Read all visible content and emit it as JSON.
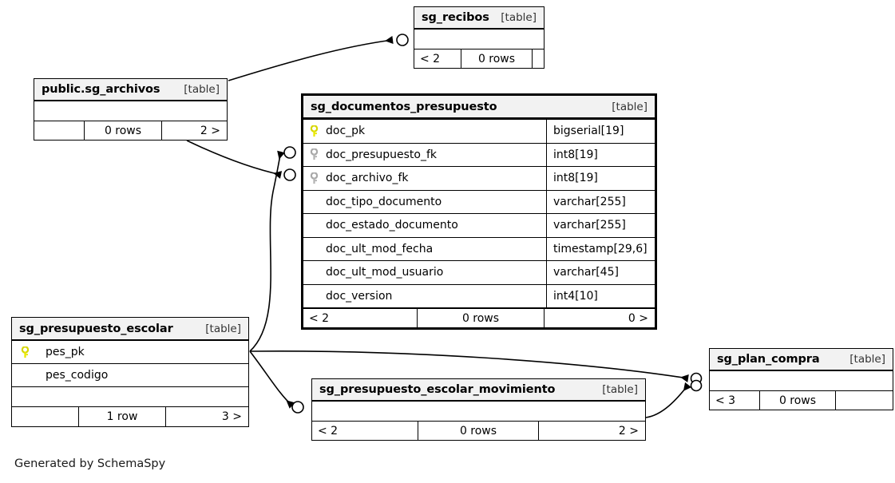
{
  "diagram": {
    "footer_text": "Generated by SchemaSpy",
    "table_tag": "[table]",
    "ellipsis": "...",
    "colors": {
      "pk_key": "#e8e800",
      "fk_key": "#b3b3b3",
      "header_bg": "#f2f2f2",
      "border": "#000000",
      "page_bg": "#ffffff"
    }
  },
  "tables": [
    {
      "id": "sg_recibos",
      "name": "sg_recibos",
      "tag": "[table]",
      "columns": [],
      "has_ellipsis_row": true,
      "footer": {
        "left": "< 2",
        "mid": "0 rows",
        "right": ""
      }
    },
    {
      "id": "public_sg_archivos",
      "name": "public.sg_archivos",
      "tag": "[table]",
      "columns": [],
      "has_ellipsis_row": true,
      "footer": {
        "left": "",
        "mid": "0 rows",
        "right": "2 >"
      }
    },
    {
      "id": "sg_documentos_presupuesto",
      "name": "sg_documentos_presupuesto",
      "tag": "[table]",
      "columns": [
        {
          "key": "pk",
          "name": "doc_pk",
          "type": "bigserial[19]"
        },
        {
          "key": "fk",
          "name": "doc_presupuesto_fk",
          "type": "int8[19]"
        },
        {
          "key": "fk",
          "name": "doc_archivo_fk",
          "type": "int8[19]"
        },
        {
          "key": "none",
          "name": "doc_tipo_documento",
          "type": "varchar[255]"
        },
        {
          "key": "none",
          "name": "doc_estado_documento",
          "type": "varchar[255]"
        },
        {
          "key": "none",
          "name": "doc_ult_mod_fecha",
          "type": "timestamp[29,6]"
        },
        {
          "key": "none",
          "name": "doc_ult_mod_usuario",
          "type": "varchar[45]"
        },
        {
          "key": "none",
          "name": "doc_version",
          "type": "int4[10]"
        }
      ],
      "has_ellipsis_row": false,
      "footer": {
        "left": "< 2",
        "mid": "0 rows",
        "right": "0 >"
      }
    },
    {
      "id": "sg_presupuesto_escolar",
      "name": "sg_presupuesto_escolar",
      "tag": "[table]",
      "columns": [
        {
          "key": "pk",
          "name": "pes_pk",
          "type": ""
        },
        {
          "key": "none",
          "name": "pes_codigo",
          "type": ""
        }
      ],
      "has_ellipsis_row": true,
      "footer": {
        "left": "",
        "mid": "1 row",
        "right": "3 >"
      }
    },
    {
      "id": "sg_presupuesto_escolar_movimiento",
      "name": "sg_presupuesto_escolar_movimiento",
      "tag": "[table]",
      "columns": [],
      "has_ellipsis_row": true,
      "footer": {
        "left": "< 2",
        "mid": "0 rows",
        "right": "2 >"
      }
    },
    {
      "id": "sg_plan_compra",
      "name": "sg_plan_compra",
      "tag": "[table]",
      "columns": [],
      "has_ellipsis_row": true,
      "footer": {
        "left": "< 3",
        "mid": "0 rows",
        "right": ""
      }
    }
  ],
  "relationships": [
    {
      "from": "public_sg_archivos",
      "to": "sg_recibos",
      "notation": "zero-or-many"
    },
    {
      "from": "public_sg_archivos",
      "to": "sg_documentos_presupuesto.doc_archivo_fk",
      "notation": "zero-or-many"
    },
    {
      "from": "sg_presupuesto_escolar",
      "to": "sg_documentos_presupuesto.doc_presupuesto_fk",
      "notation": "zero-or-many"
    },
    {
      "from": "sg_presupuesto_escolar",
      "to": "sg_presupuesto_escolar_movimiento",
      "notation": "zero-or-many"
    },
    {
      "from": "sg_presupuesto_escolar",
      "to": "sg_plan_compra",
      "notation": "zero-or-many"
    },
    {
      "from": "sg_presupuesto_escolar_movimiento",
      "to": "sg_plan_compra",
      "notation": "zero-or-many"
    }
  ]
}
